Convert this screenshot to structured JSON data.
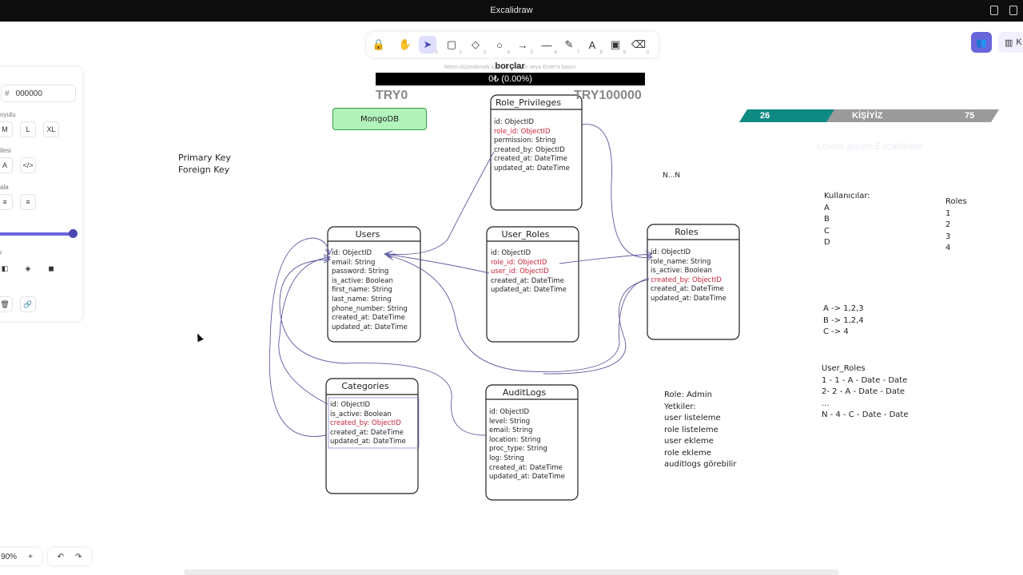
{
  "window": {
    "title": "Excalidraw"
  },
  "toolbar": {
    "tools": [
      {
        "name": "lock-tool",
        "icon": "🔒",
        "key": ""
      },
      {
        "name": "hand-tool",
        "icon": "✋",
        "key": ""
      },
      {
        "name": "selection-tool",
        "icon": "➤",
        "key": "1"
      },
      {
        "name": "rectangle-tool",
        "icon": "▢",
        "key": "2"
      },
      {
        "name": "diamond-tool",
        "icon": "◇",
        "key": "3"
      },
      {
        "name": "ellipse-tool",
        "icon": "○",
        "key": "4"
      },
      {
        "name": "arrow-tool",
        "icon": "→",
        "key": "5"
      },
      {
        "name": "line-tool",
        "icon": "—",
        "key": "6"
      },
      {
        "name": "draw-tool",
        "icon": "✎",
        "key": "7"
      },
      {
        "name": "text-tool",
        "icon": "A",
        "key": "8"
      },
      {
        "name": "image-tool",
        "icon": "▣",
        "key": "9"
      },
      {
        "name": "eraser-tool",
        "icon": "⌫",
        "key": "0"
      }
    ],
    "active_index": 2
  },
  "top_right": {
    "library_label": "K"
  },
  "overlay": {
    "hint": "Metni düzenlemek için çift tıklayın veya Enter'a basın",
    "borclar_label": "borçlar",
    "progress_text": "0₺ (0.00%)",
    "try_left": "TRY0",
    "try_right": "TRY100000",
    "kisi_left": "26",
    "kisi_center": "KİŞİYİZ",
    "kisi_right": "75",
    "kisi_progress": 0.346,
    "faded_text": "Lorem İpsum Excalidraw"
  },
  "properties_panel": {
    "hex_value": "000000",
    "size_label": "oyutu",
    "sizes": [
      "M",
      "L",
      "XL"
    ],
    "font_label": "ilesi",
    "font_buttons": [
      "A",
      "</>"
    ],
    "align_label": "ala",
    "align_buttons": [
      "≡",
      "≡"
    ],
    "opacity_label": "r",
    "layer_buttons": [
      "◧",
      "◈",
      "◼"
    ],
    "action_buttons": [
      "🗑",
      "🔗"
    ]
  },
  "bottom_bar": {
    "zoom": "90%",
    "zoom_in": "+",
    "undo": "↶",
    "redo": "↷"
  },
  "colors": {
    "accent": "#6965db",
    "teal": "#0e8a83",
    "gray_band": "#9a9a9a",
    "red_text": "#c9223a",
    "mongo_fill": "#b2f2bb"
  },
  "canvas": {
    "mongo_label": "MongoDB",
    "key_legend": [
      "Primary Key",
      "Foreign Key"
    ],
    "nn_label": "N...N",
    "tables": {
      "role_privileges": {
        "title": "Role_Privileges",
        "fields": [
          {
            "text": "id: ObjectID",
            "red": false
          },
          {
            "text": "role_id: ObjectID",
            "red": true
          },
          {
            "text": "permission: String",
            "red": false
          },
          {
            "text": "created_by: ObjectID",
            "red": false
          },
          {
            "text": "created_at: DateTime",
            "red": false
          },
          {
            "text": "updated_at: DateTime",
            "red": false
          }
        ]
      },
      "users": {
        "title": "Users",
        "fields": [
          {
            "text": "id: ObjectID",
            "red": false
          },
          {
            "text": "email: String",
            "red": false
          },
          {
            "text": "password: String",
            "red": false
          },
          {
            "text": "is_active: Boolean",
            "red": false
          },
          {
            "text": "first_name: String",
            "red": false
          },
          {
            "text": "last_name: String",
            "red": false
          },
          {
            "text": "phone_number: String",
            "red": false
          },
          {
            "text": "created_at: DateTime",
            "red": false
          },
          {
            "text": "updated_at: DateTime",
            "red": false
          }
        ]
      },
      "user_roles": {
        "title": "User_Roles",
        "fields": [
          {
            "text": "id: ObjectID",
            "red": false
          },
          {
            "text": "role_id: ObjectID",
            "red": true
          },
          {
            "text": "user_id: ObjectID",
            "red": true
          },
          {
            "text": "created_at: DateTime",
            "red": false
          },
          {
            "text": "updated_at: DateTime",
            "red": false
          }
        ]
      },
      "roles": {
        "title": "Roles",
        "fields": [
          {
            "text": "id: ObjectID",
            "red": false
          },
          {
            "text": "role_name: String",
            "red": false
          },
          {
            "text": "is_active: Boolean",
            "red": false
          },
          {
            "text": "created_by: ObjectID",
            "red": true
          },
          {
            "text": "created_at: DateTime",
            "red": false
          },
          {
            "text": "updated_at: DateTime",
            "red": false
          }
        ]
      },
      "categories": {
        "title": "Categories",
        "fields": [
          {
            "text": "id: ObjectID",
            "red": false
          },
          {
            "text": "is_active: Boolean",
            "red": false
          },
          {
            "text": "created_by: ObjectID",
            "red": true
          },
          {
            "text": "created_at: DateTime",
            "red": false
          },
          {
            "text": "updated_at: DateTime",
            "red": false
          }
        ]
      },
      "auditlogs": {
        "title": "AuditLogs",
        "fields": [
          {
            "text": "id: ObjectID",
            "red": false
          },
          {
            "text": "level: String",
            "red": false
          },
          {
            "text": "email: String",
            "red": false
          },
          {
            "text": "location: String",
            "red": false
          },
          {
            "text": "proc_type: String",
            "red": false
          },
          {
            "text": "log: String",
            "red": false
          },
          {
            "text": "created_at: DateTime",
            "red": false
          },
          {
            "text": "updated_at: DateTime",
            "red": false
          }
        ]
      }
    },
    "notes": {
      "kullanicilar": [
        "Kullanıcılar:",
        "A",
        "B",
        "C",
        "D"
      ],
      "roles_list": [
        "Roles",
        "1",
        "2",
        "3",
        "4"
      ],
      "mapping": [
        "A -> 1,2,3",
        "B -> 1,2,4",
        "C -> 4"
      ],
      "user_roles_example": [
        "User_Roles",
        "1 - 1 - A - Date - Date",
        "2- 2 - A - Date - Date",
        "...",
        "N - 4 - C - Date - Date"
      ],
      "role_admin": [
        "Role: Admin",
        "Yetkiler:",
        "user listeleme",
        "role listeleme",
        "user ekleme",
        "role ekleme",
        "auditlogs görebilir"
      ]
    }
  }
}
